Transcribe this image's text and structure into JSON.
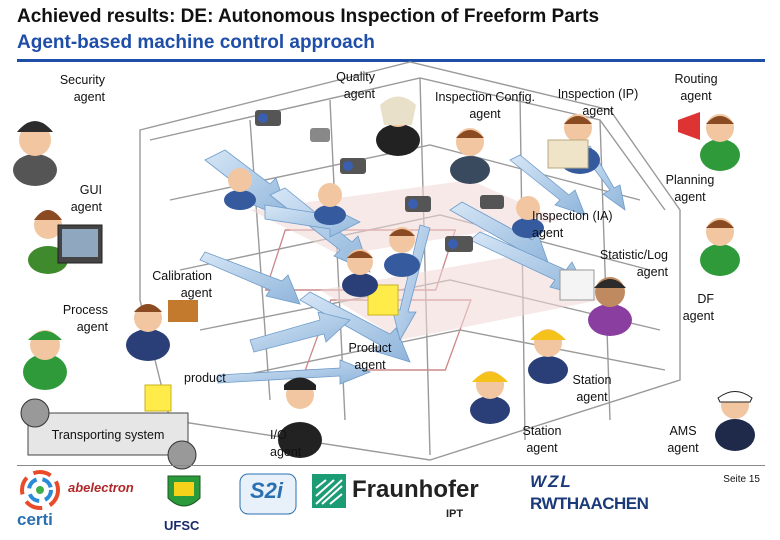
{
  "title": "Achieved results: DE: Autonomous Inspection of Freeform Parts",
  "subtitle": "Agent-based machine control approach",
  "colors": {
    "title": "#111111",
    "subtitle": "#1f4ea8",
    "rule": "#1f4ea8",
    "arrow": "#a8c8e8",
    "product": "#ffec4a"
  },
  "agents": {
    "security": "Security\nagent",
    "quality": "Quality\nagent",
    "inspection_config": "Inspection Config.\nagent",
    "inspection_ip": "Inspection (IP)\nagent",
    "routing": "Routing\nagent",
    "gui": "GUI\nagent",
    "planning": "Planning\nagent",
    "inspection_ia": "Inspection (IA)\nagent",
    "statistic_log": "Statistic/Log\nagent",
    "calibration": "Calibration\nagent",
    "df": "DF\nagent",
    "process": "Process\nagent",
    "product_agent": "Product\nagent",
    "product": "product",
    "station1": "Station\nagent",
    "station2": "Station\nagent",
    "io": "I/O\nagent",
    "ams": "AMS\nagent",
    "transporting_system": "Transporting system"
  },
  "footer": {
    "page": "Seite 15",
    "logos": {
      "certi": "certi",
      "abelectron": "abelectron",
      "ufsc": "UFSC",
      "s2i": "S2i",
      "fraunhofer": "Fraunhofer",
      "ipt": "IPT",
      "wzl": "WZL",
      "rwth": "RWTHAACHEN"
    }
  }
}
